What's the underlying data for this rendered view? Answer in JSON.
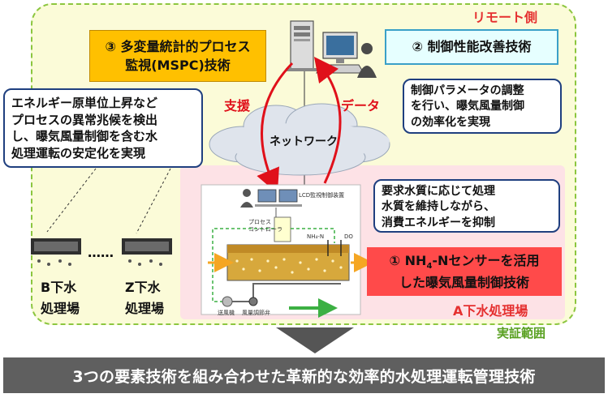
{
  "zones": {
    "remote_label": "リモート側",
    "plant_label": "A下水処理場",
    "demo_label": "実証範囲"
  },
  "tech3": {
    "line1": "③ 多変量統計的プロセス",
    "line2": "監視(MSPC)技術"
  },
  "tech2": {
    "label": "② 制御性能改善技術"
  },
  "tech1": {
    "line1_prefix": "① NH",
    "line1_sub": "4",
    "line1_suffix": "-Nセンサーを活用",
    "line2": "した曝気風量制御技術"
  },
  "callouts": {
    "mspc": [
      "エネルギー原単位上昇など",
      "プロセスの異常兆候を検出",
      "し、曝気風量制御を含む水",
      "処理運転の安定化を実現"
    ],
    "control": [
      "制御パラメータの調整",
      "を行い、曝気風量制御",
      "の効率化を実現"
    ],
    "water": [
      "要求水質に応じて処理",
      "水質を維持しながら、",
      "消費エネルギーを抑制"
    ]
  },
  "network": {
    "cloud_label": "ネットワーク",
    "support_label": "支援",
    "data_label": "データ"
  },
  "plants": {
    "b": [
      "B下水",
      "処理場"
    ],
    "z": [
      "Z下水",
      "処理場"
    ],
    "ellipsis": "……"
  },
  "schematic": {
    "monitor_label": "LCD監視制御装置",
    "controller_label": [
      "プロセス",
      "コントローラ"
    ],
    "sensor_label": "NH₄-N",
    "do_label": "DO",
    "blower_label": "送風機",
    "valve_label": "風量調節弁"
  },
  "bottom": {
    "label": "3つの要素技術を組み合わせた革新的な効率的水処理運転管理技術"
  },
  "colors": {
    "remote_bg": "#fbfbd8",
    "plant_bg": "#fde2e6",
    "mspc_box": "#ffc000",
    "nh4_box": "#ff4a4a",
    "arrow_red": "#e0101a",
    "bottom_bar": "#5f5f5f",
    "label_red": "#e53030",
    "label_green": "#58a020"
  }
}
